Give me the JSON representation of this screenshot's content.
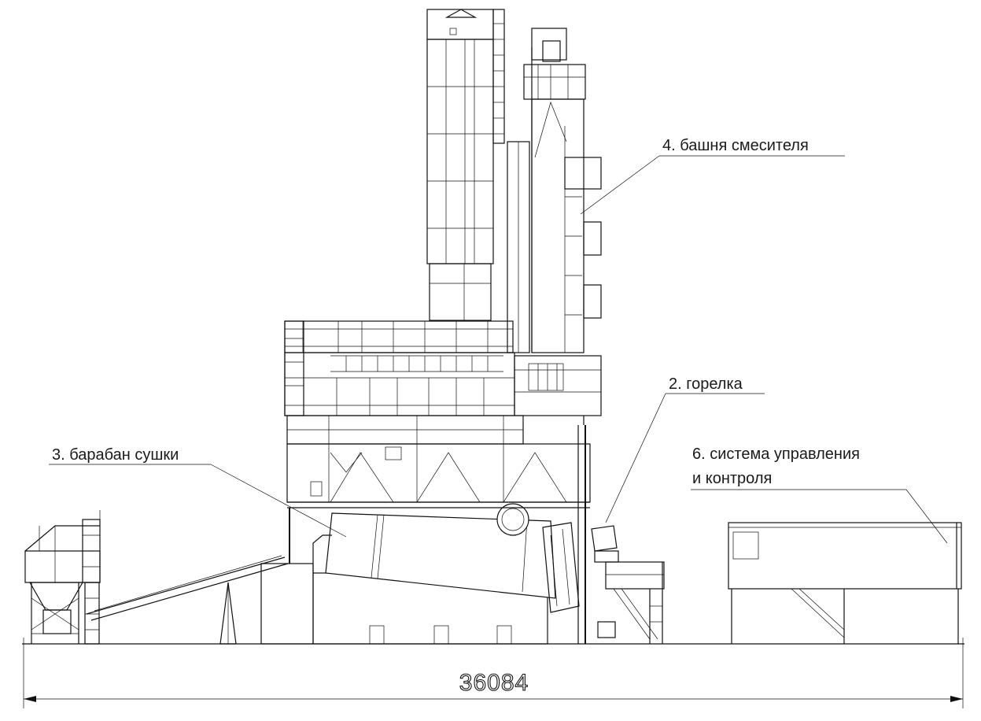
{
  "drawing": {
    "dimension": "36084",
    "labels": {
      "mixer_tower": "4. башня смесителя",
      "burner": "2. горелка",
      "dryer_drum": "3. барабан сушки",
      "control_system_line1": "6. система управления",
      "control_system_line2": "и контроля"
    }
  }
}
